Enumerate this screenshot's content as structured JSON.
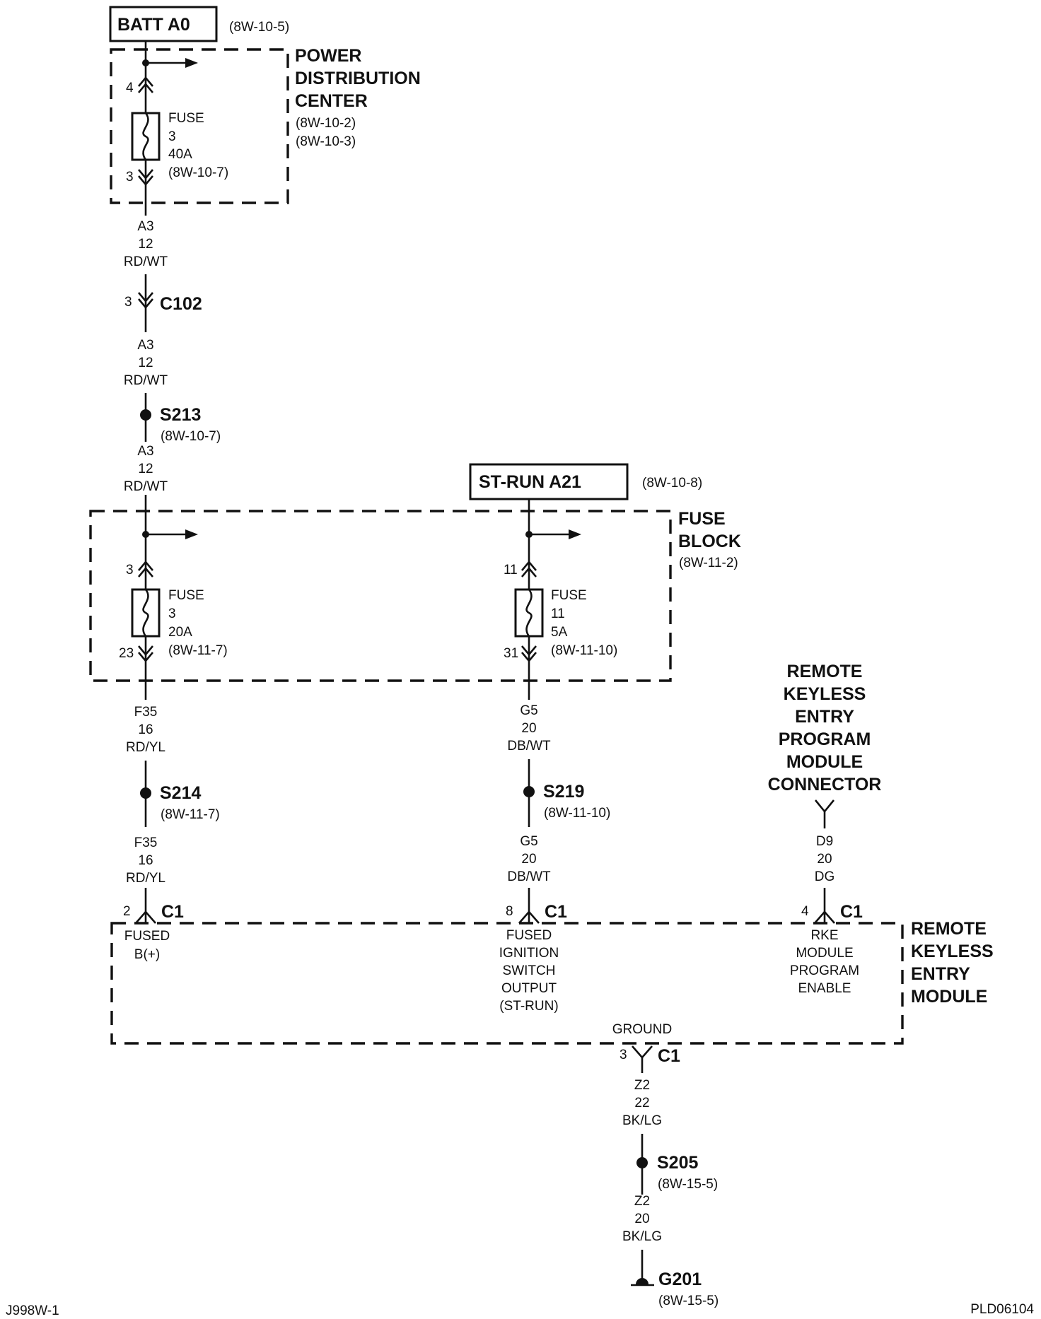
{
  "sources": {
    "batt": {
      "label": "BATT A0",
      "ref": "(8W-10-5)"
    },
    "strun": {
      "label": "ST-RUN A21",
      "ref": "(8W-10-8)"
    }
  },
  "pdc": {
    "lines": [
      "POWER",
      "DISTRIBUTION",
      "CENTER"
    ],
    "refs": [
      "(8W-10-2)",
      "(8W-10-3)"
    ],
    "fuse": {
      "lines": [
        "FUSE",
        "3",
        "40A",
        "(8W-10-7)"
      ],
      "pin_in": "4",
      "pin_out": "3"
    }
  },
  "fuse_block": {
    "lines": [
      "FUSE",
      "BLOCK"
    ],
    "ref": "(8W-11-2)",
    "fuse3": {
      "lines": [
        "FUSE",
        "3",
        "20A",
        "(8W-11-7)"
      ],
      "pin_in": "3",
      "pin_out": "23"
    },
    "fuse11": {
      "lines": [
        "FUSE",
        "11",
        "5A",
        "(8W-11-10)"
      ],
      "pin_in": "11",
      "pin_out": "31"
    }
  },
  "wires": {
    "a3_1": [
      "A3",
      "12",
      "RD/WT"
    ],
    "a3_2": [
      "A3",
      "12",
      "RD/WT"
    ],
    "a3_3": [
      "A3",
      "12",
      "RD/WT"
    ],
    "f35_1": [
      "F35",
      "16",
      "RD/YL"
    ],
    "f35_2": [
      "F35",
      "16",
      "RD/YL"
    ],
    "g5_1": [
      "G5",
      "20",
      "DB/WT"
    ],
    "g5_2": [
      "G5",
      "20",
      "DB/WT"
    ],
    "d9": [
      "D9",
      "20",
      "DG"
    ],
    "z2_1": [
      "Z2",
      "22",
      "BK/LG"
    ],
    "z2_2": [
      "Z2",
      "20",
      "BK/LG"
    ]
  },
  "connectors": {
    "c102": {
      "name": "C102",
      "pin": "3"
    },
    "c1_fused": {
      "name": "C1",
      "pin": "2"
    },
    "c1_ign": {
      "name": "C1",
      "pin": "8"
    },
    "c1_rke": {
      "name": "C1",
      "pin": "4"
    },
    "c1_gnd": {
      "name": "C1",
      "pin": "3"
    }
  },
  "splices": {
    "s213": {
      "name": "S213",
      "ref": "(8W-10-7)"
    },
    "s214": {
      "name": "S214",
      "ref": "(8W-11-7)"
    },
    "s219": {
      "name": "S219",
      "ref": "(8W-11-10)"
    },
    "s205": {
      "name": "S205",
      "ref": "(8W-15-5)"
    }
  },
  "ground": {
    "name": "G201",
    "ref": "(8W-15-5)"
  },
  "rkepm_connector": {
    "lines": [
      "REMOTE",
      "KEYLESS",
      "ENTRY",
      "PROGRAM",
      "MODULE",
      "CONNECTOR"
    ]
  },
  "rke_module": {
    "lines": [
      "REMOTE",
      "KEYLESS",
      "ENTRY",
      "MODULE"
    ],
    "pins": {
      "fused": [
        "FUSED",
        "B(+)"
      ],
      "ign": [
        "FUSED",
        "IGNITION",
        "SWITCH",
        "OUTPUT",
        "(ST-RUN)"
      ],
      "rke": [
        "RKE",
        "MODULE",
        "PROGRAM",
        "ENABLE"
      ],
      "ground": [
        "GROUND"
      ]
    }
  },
  "footer": {
    "left": "J998W-1",
    "right": "PLD06104"
  }
}
